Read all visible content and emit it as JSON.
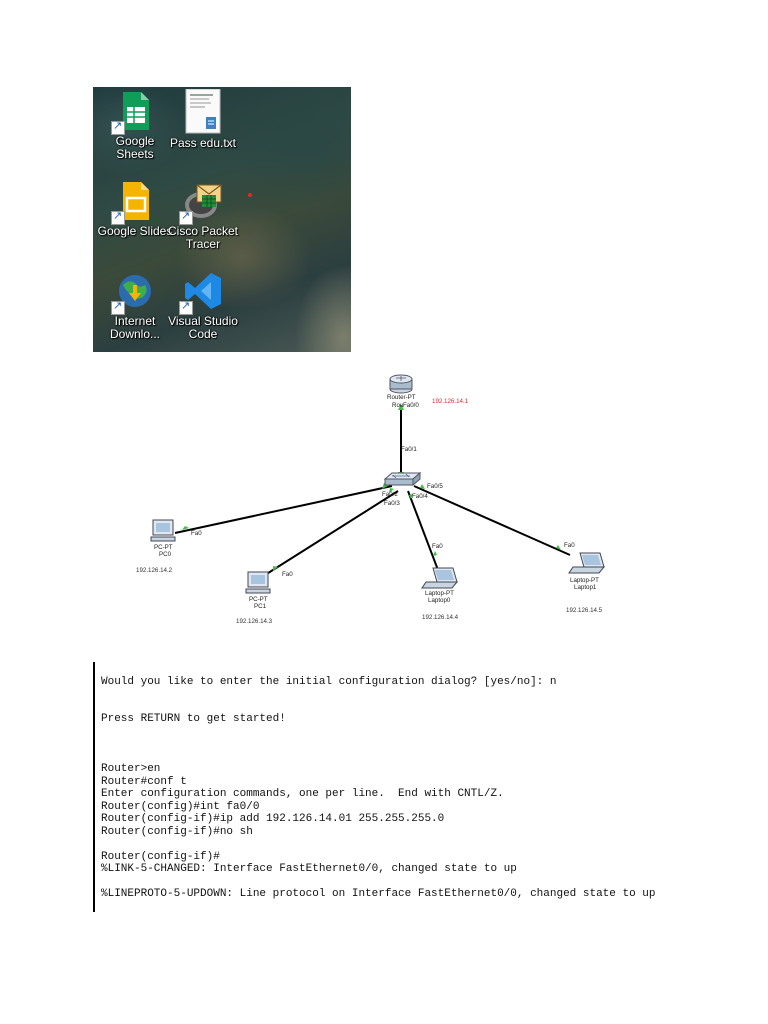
{
  "desktop": {
    "icons": [
      {
        "name": "Google Sheets",
        "line1": "Google",
        "line2": "Sheets",
        "icon": "google-sheets-icon"
      },
      {
        "name": "Pass edu.txt",
        "line1": "Pass edu.txt",
        "line2": "",
        "icon": "text-file-icon"
      },
      {
        "name": "Google Slides",
        "line1": "Google Slides",
        "line2": "",
        "icon": "google-slides-icon"
      },
      {
        "name": "Cisco Packet Tracer",
        "line1": "Cisco Packet",
        "line2": "Tracer",
        "icon": "cisco-packet-tracer-icon"
      },
      {
        "name": "Internet Download Manager",
        "line1": "Internet",
        "line2": "Downlo...",
        "icon": "internet-download-manager-icon"
      },
      {
        "name": "Visual Studio Code",
        "line1": "Visual Studio",
        "line2": "Code",
        "icon": "visual-studio-code-icon"
      }
    ],
    "colors": {
      "sheets": "#0f9d58",
      "slides": "#f4b400",
      "vscode": "#1e88e5",
      "idm": "#2e7d32"
    }
  },
  "topology": {
    "router": {
      "type": "Router-PT",
      "name": "Rou",
      "port": "Fa0/0",
      "ip": "192.126.14.1",
      "ip_color": "#e0282c"
    },
    "switch": {
      "ports": {
        "router": "Fa0/1",
        "pc0": "Fa0/2",
        "pc1": "Fa0/3",
        "laptop0": "Fa0/4",
        "laptop1": "Fa0/5"
      }
    },
    "devices": {
      "pc0": {
        "type": "PC-PT",
        "name": "PC0",
        "port": "Fa0",
        "ip": "192.126.14.2"
      },
      "pc1": {
        "type": "PC-PT",
        "name": "PC1",
        "port": "Fa0",
        "ip": "192.126.14.3"
      },
      "laptop0": {
        "type": "Laptop-PT",
        "name": "Laptop0",
        "port": "Fa0",
        "ip": "192.126.14.4"
      },
      "laptop1": {
        "type": "Laptop-PT",
        "name": "Laptop1",
        "port": "Fa0",
        "ip": "192.126.14.5"
      }
    },
    "link_light_color": "#3fbf3f"
  },
  "cli": {
    "lines": [
      "Would you like to enter the initial configuration dialog? [yes/no]: n",
      "Press RETURN to get started!",
      "Router>en",
      "Router#conf t",
      "Enter configuration commands, one per line.  End with CNTL/Z.",
      "Router(config)#int fa0/0",
      "Router(config-if)#ip add 192.126.14.01 255.255.255.0",
      "Router(config-if)#no sh",
      "Router(config-if)#",
      "%LINK-5-CHANGED: Interface FastEthernet0/0, changed state to up",
      "%LINEPROTO-5-UPDOWN: Line protocol on Interface FastEthernet0/0, changed state to up"
    ]
  }
}
